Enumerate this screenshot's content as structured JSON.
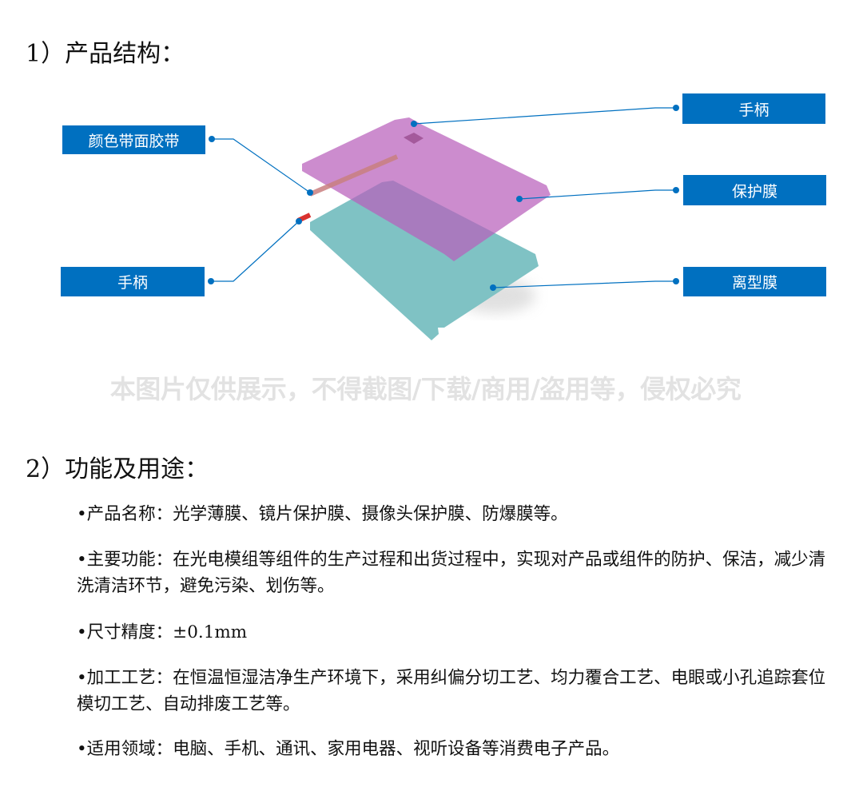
{
  "section1": {
    "heading": "1）产品结构："
  },
  "diagram": {
    "labels": {
      "color_tape": "颜色带面胶带",
      "handle_left": "手柄",
      "handle_right": "手柄",
      "protective_film": "保护膜",
      "release_film": "离型膜"
    },
    "colors": {
      "label_bg": "#0070c0",
      "protective_film": "#c77fc9",
      "release_film": "#7fc2c4",
      "tape": "#c98080",
      "handle": "#d9322f"
    }
  },
  "watermark": "本图片仅供展示，不得截图/下载/商用/盗用等，侵权必究",
  "section2": {
    "heading": "2）功能及用途：",
    "bullets": [
      "•产品名称：光学薄膜、镜片保护膜、摄像头保护膜、防爆膜等。",
      "•主要功能：在光电模组等组件的生产过程和出货过程中，实现对产品或组件的防护、保洁，减少清洗清洁环节，避免污染、划伤等。",
      "•尺寸精度：±0.1mm",
      "•加工工艺：在恒温恒湿洁净生产环境下，采用纠偏分切工艺、均力覆合工艺、电眼或小孔追踪套位模切工艺、自动排废工艺等。",
      "•适用领域：电脑、手机、通讯、家用电器、视听设备等消费电子产品。"
    ]
  }
}
